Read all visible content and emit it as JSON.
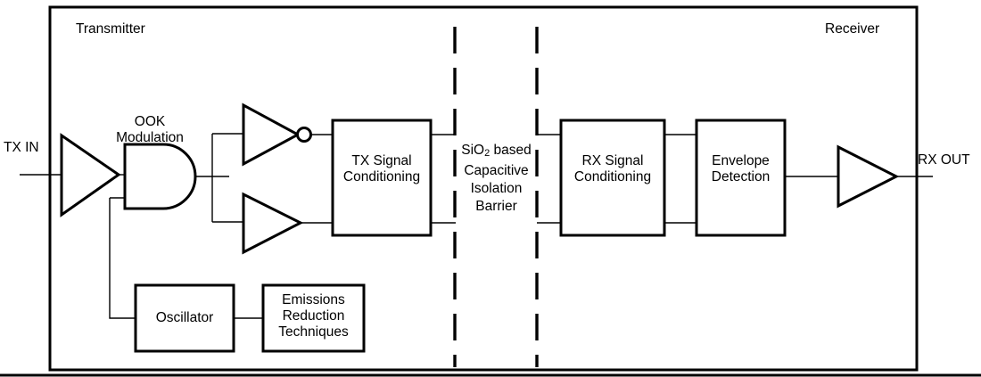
{
  "figure": {
    "type": "block-diagram",
    "title": "Capacitive digital isolator block diagram",
    "signal_flow": "left-to-right"
  },
  "ports": {
    "input_label": "TX IN",
    "output_label": "RX OUT"
  },
  "sections": {
    "transmitter_label": "Transmitter",
    "receiver_label": "Receiver"
  },
  "barrier": {
    "line1": "SiO",
    "sub": "2",
    "line1b": " based",
    "line2": "Capacitive",
    "line3": "Isolation",
    "line4": "Barrier"
  },
  "annotations": {
    "ook_line1": "OOK",
    "ook_line2": "Modulation"
  },
  "blocks": {
    "tx_cond_line1": "TX Signal",
    "tx_cond_line2": "Conditioning",
    "rx_cond_line1": "RX Signal",
    "rx_cond_line2": "Conditioning",
    "envelope_line1": "Envelope",
    "envelope_line2": "Detection",
    "oscillator": "Oscillator",
    "emissions_line1": "Emissions",
    "emissions_line2": "Reduction",
    "emissions_line3": "Techniques"
  },
  "gates": {
    "input_buffer": "input-buffer-amplifier",
    "and_gate": "and-gate",
    "inverter": "inverter-gate",
    "buffer": "buffer-gate",
    "output_buffer": "output-buffer-amplifier"
  },
  "style": {
    "stroke": "#000000",
    "background": "#ffffff",
    "thick_width": 3,
    "thin_width": 1.4
  }
}
